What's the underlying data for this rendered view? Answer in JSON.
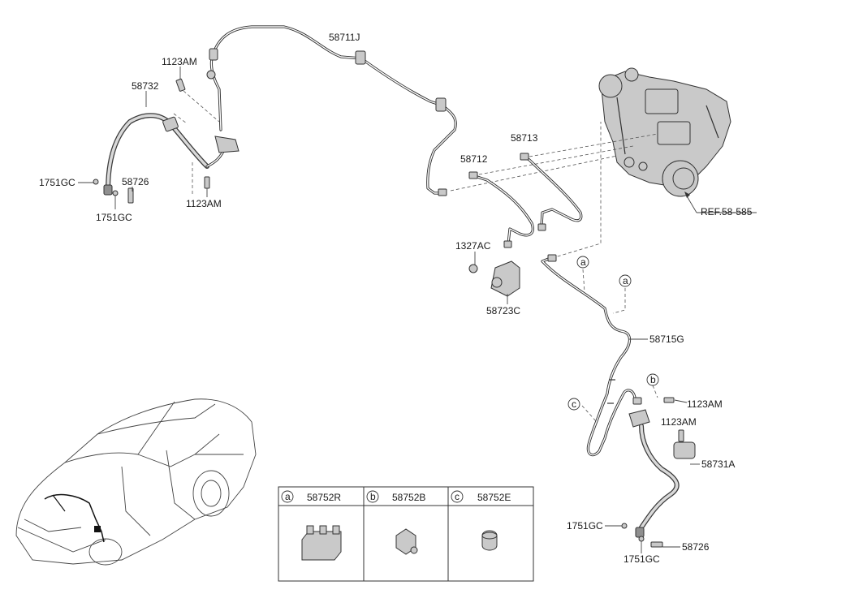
{
  "labels": {
    "p58711J": "58711J",
    "p1123AM_top": "1123AM",
    "p58732": "58732",
    "p1751GC_left": "1751GC",
    "p58726_left": "58726",
    "p1751GC_left2": "1751GC",
    "p1123AM_left": "1123AM",
    "p58713": "58713",
    "p58712": "58712",
    "p1327AC": "1327AC",
    "p58723C": "58723C",
    "ref": "REF.58-585",
    "p58715G": "58715G",
    "p1123AM_r1": "1123AM",
    "p1123AM_r2": "1123AM",
    "p58731A": "58731A",
    "p1751GC_r1": "1751GC",
    "p58726_r": "58726",
    "p1751GC_r2": "1751GC"
  },
  "callouts": {
    "a1": "a",
    "a2": "a",
    "b": "b",
    "c": "c"
  },
  "legend": [
    {
      "key": "a",
      "part": "58752R"
    },
    {
      "key": "b",
      "part": "58752B"
    },
    {
      "key": "c",
      "part": "58752E"
    }
  ],
  "icons": [
    "vehicle-illustration",
    "brake-booster-assembly",
    "clip-icon"
  ]
}
